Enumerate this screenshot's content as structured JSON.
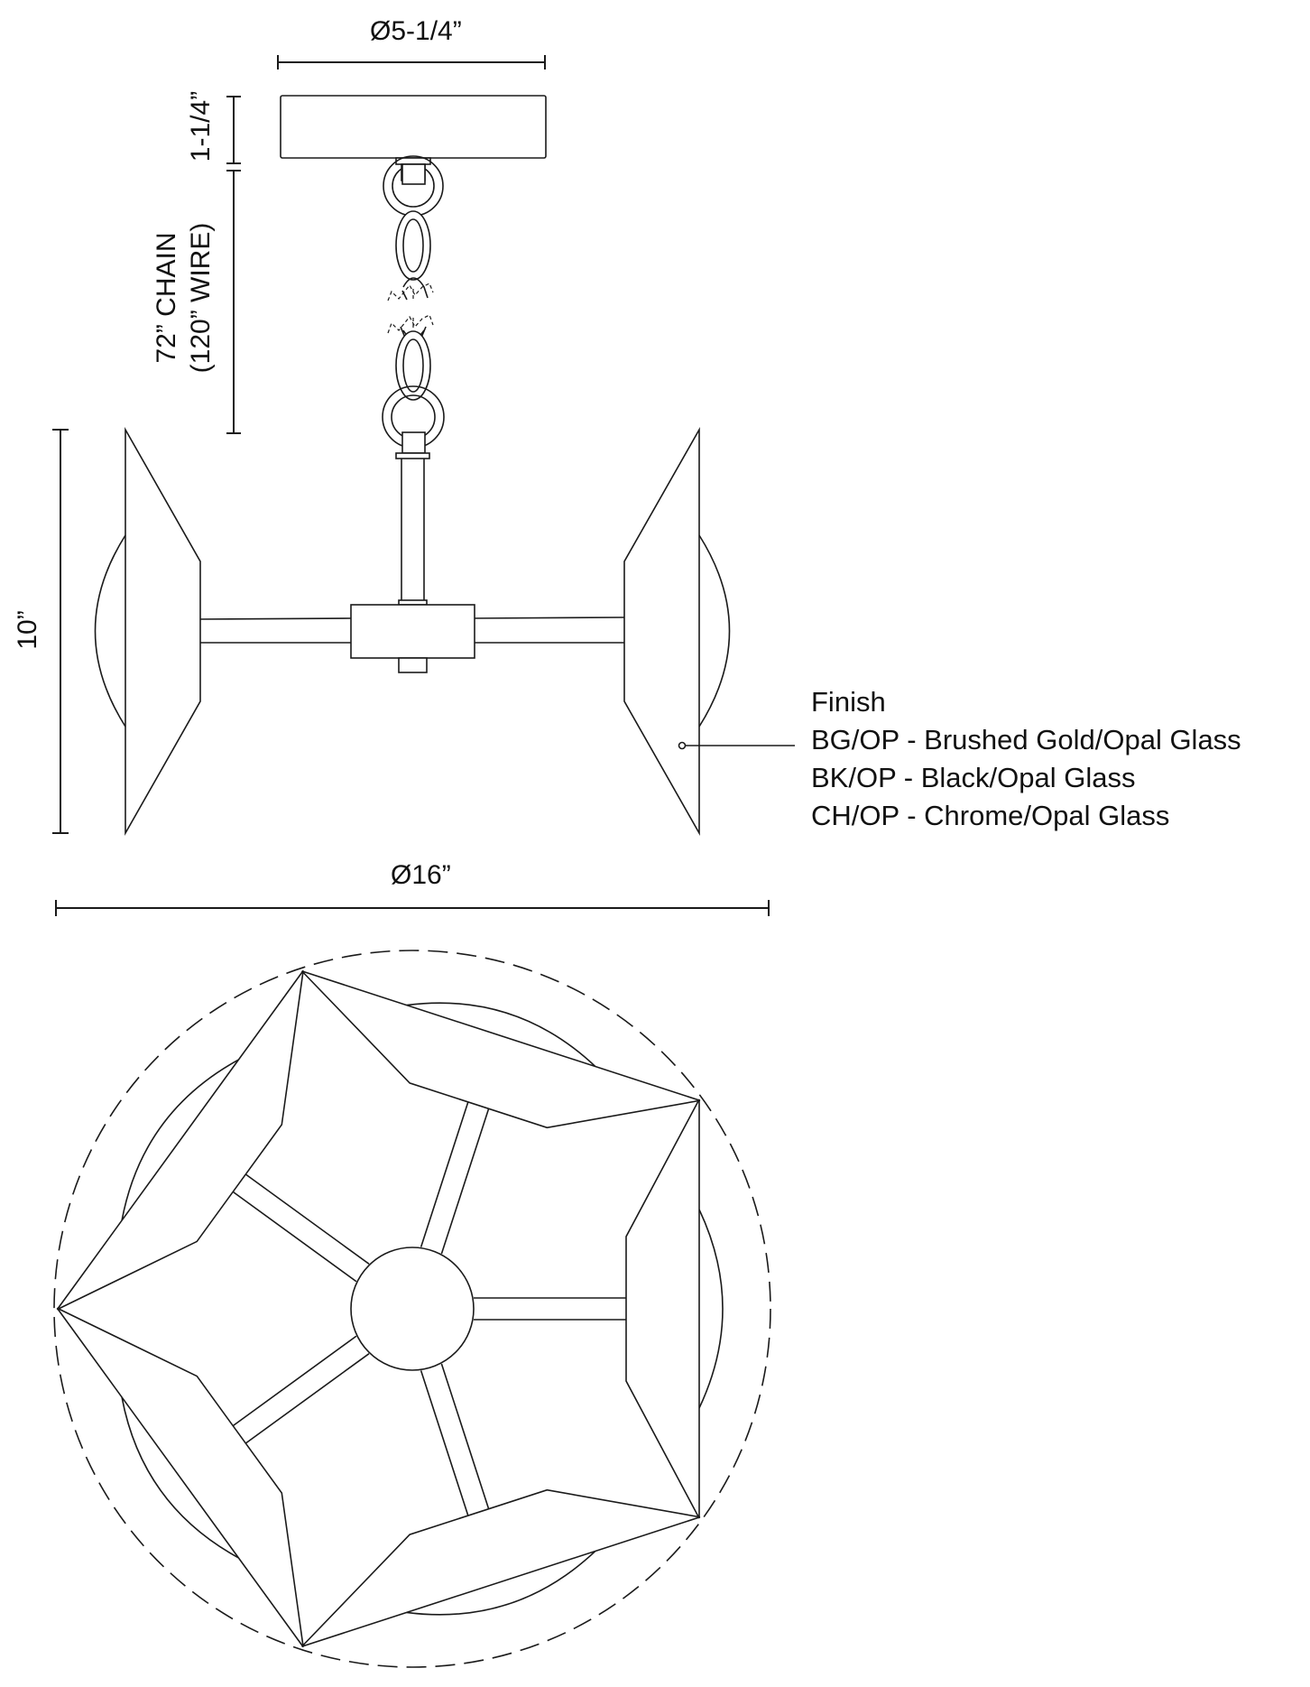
{
  "dimensions": {
    "canopy_diameter": "Ø5-1/4”",
    "canopy_height": "1-1/4”",
    "chain_line1": "72” CHAIN",
    "chain_line2": "(120” WIRE)",
    "fixture_height": "10”",
    "fixture_diameter": "Ø16”"
  },
  "finish": {
    "title": "Finish",
    "options": [
      "BG/OP - Brushed Gold/Opal Glass",
      "BK/OP - Black/Opal Glass",
      "CH/OP - Chrome/Opal Glass"
    ]
  },
  "style": {
    "line_color": "#1a1a1a",
    "background": "#ffffff"
  }
}
